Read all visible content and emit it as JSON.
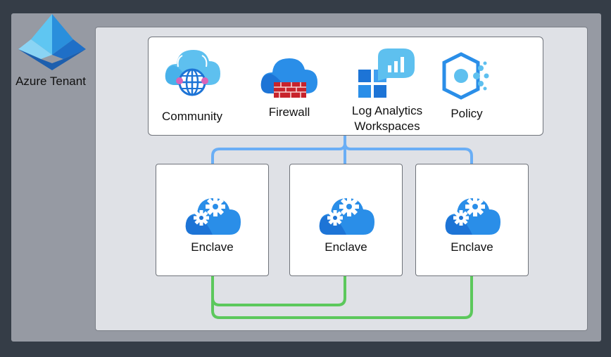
{
  "tenant": {
    "label": "Azure Tenant"
  },
  "services": [
    {
      "label_line1": "Community",
      "label_line2": "",
      "icon": "community-cloud-globe-icon"
    },
    {
      "label_line1": "Firewall",
      "label_line2": "",
      "icon": "firewall-cloud-icon"
    },
    {
      "label_line1": "Log Analytics",
      "label_line2": "Workspaces",
      "icon": "log-analytics-icon"
    },
    {
      "label_line1": "Policy",
      "label_line2": "",
      "icon": "policy-hexagon-icon"
    }
  ],
  "enclaves": [
    {
      "label": "Enclave",
      "icon": "cloud-gears-icon"
    },
    {
      "label": "Enclave",
      "icon": "cloud-gears-icon"
    },
    {
      "label": "Enclave",
      "icon": "cloud-gears-icon"
    }
  ],
  "colors": {
    "blue_connector": "#6aaef5",
    "green_connector": "#5cc85c",
    "azure_blue": "#1d74d6",
    "light_blue": "#5fc3f0"
  }
}
